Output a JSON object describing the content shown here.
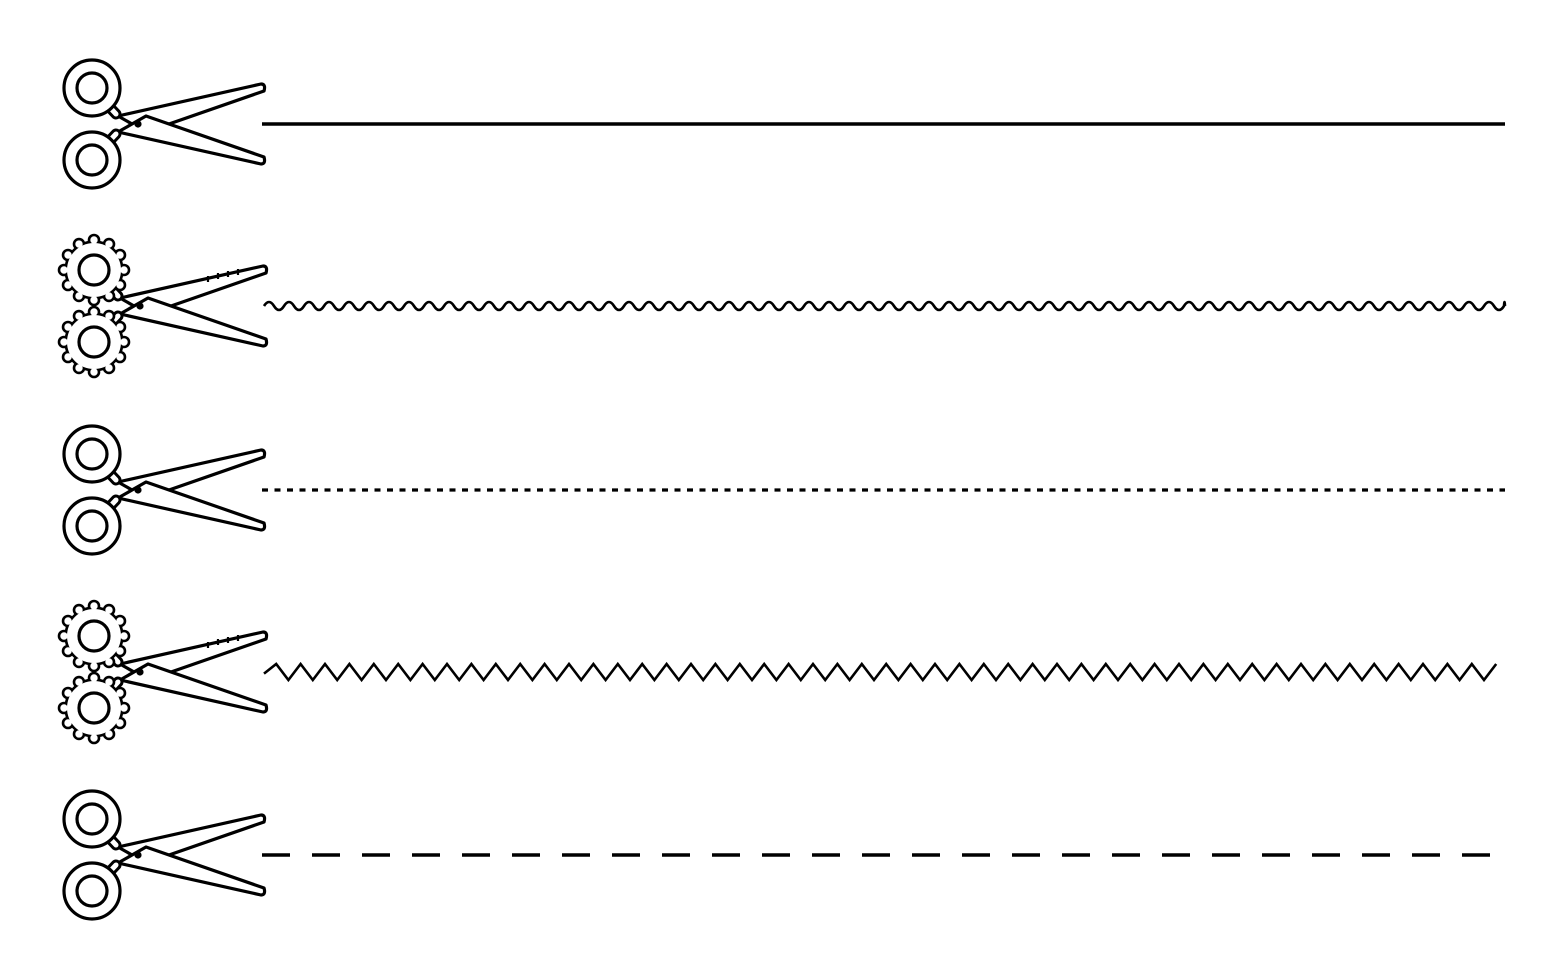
{
  "background_color": "#ffffff",
  "ink_color": "#000000",
  "rows": [
    {
      "scissors": "plain-scissors-icon",
      "cut_line": "solid"
    },
    {
      "scissors": "pinking-scissors-icon",
      "cut_line": "wavy"
    },
    {
      "scissors": "plain-scissors-icon",
      "cut_line": "dotted"
    },
    {
      "scissors": "pinking-scissors-icon",
      "cut_line": "zigzag"
    },
    {
      "scissors": "plain-scissors-icon",
      "cut_line": "dashed"
    }
  ]
}
